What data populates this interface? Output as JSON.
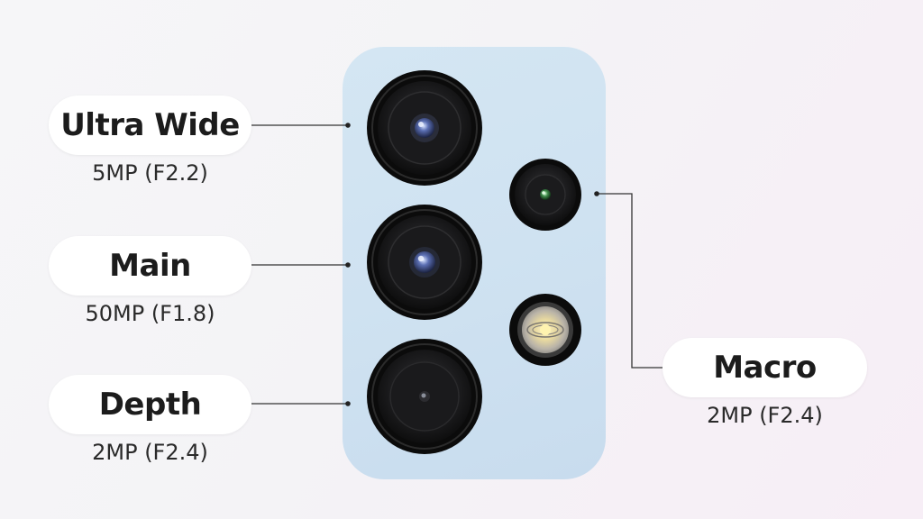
{
  "cameras": [
    {
      "key": "ultra-wide",
      "name": "Ultra Wide",
      "spec": "5MP (F2.2)"
    },
    {
      "key": "main",
      "name": "Main",
      "spec": "50MP (F1.8)"
    },
    {
      "key": "depth",
      "name": "Depth",
      "spec": "2MP (F2.4)"
    },
    {
      "key": "macro",
      "name": "Macro",
      "spec": "2MP (F2.4)"
    }
  ],
  "colors": {
    "module": "#cfe2f1",
    "lens_ring": "#0c0c0c",
    "connector": "#333333",
    "pill": "#ffffff"
  },
  "icons": [
    "camera-lens-icon",
    "flash-icon"
  ]
}
